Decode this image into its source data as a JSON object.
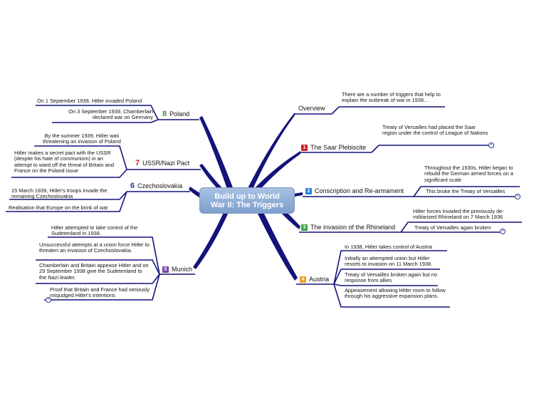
{
  "colors": {
    "branch_line": "#13137a",
    "badge_red": "#cc2222",
    "badge_blue": "#2b7fd6",
    "badge_green": "#3aa63a",
    "badge_orange": "#f0a020",
    "badge_purple": "#7744aa",
    "num_green": "#2a9a2a",
    "num_red": "#d02020",
    "num_blue": "#1a3ab0"
  },
  "center": {
    "line1": "Build up to World",
    "line2": "War II: The Triggers"
  },
  "branches": {
    "overview": {
      "label": "Overview",
      "note": "There are a number of triggers that help to explain the outbreak of war in 1939..."
    },
    "saar": {
      "badge": "1",
      "label": "The Saar Plebiscite",
      "note": "Treaty of Versailles had placed the Saar region under the control of League of Nations"
    },
    "conscription": {
      "badge": "2",
      "label": "Conscription and Re-armament",
      "note1": "Throughout the 1930s, Hitler began to rebuild the German armed forces on a significant scale",
      "note2": "This broke the Treaty of Versailles"
    },
    "rhineland": {
      "badge": "3",
      "label": "The invasion of the Rhineland",
      "note1": "Hitler forces invaded the previously de-militarized Rhineland on 7 March 1936",
      "note2": "Treaty of Versailles again broken"
    },
    "austria": {
      "badge": "4",
      "label": "Austria",
      "notes": [
        "In 1938, Hitler takes control of Austria",
        "Initially an attempted union but Hitler resorts to invasion on 11 March 1938.",
        "Treaty of Versailles broken again but no response from allies",
        "Appeasement allowing Hitler room to follow through his aggressive expansion plans."
      ]
    },
    "poland": {
      "num": "8",
      "label": "Poland",
      "notes": [
        "On 1 September 1939, Hitler invaded Poland",
        "On 3 September 1939, Chamberlain declared war on Germany"
      ]
    },
    "pact": {
      "num": "7",
      "label": "USSR/Nazi Pact",
      "notes": [
        "By the summer 1939, Hitler was threatening an invasion of Poland",
        "Hitler makes a secret pact with the USSR (despite his hate of communism) in an attempt to ward off the threat of Britain and France on the Poland issue"
      ]
    },
    "czech": {
      "num": "6",
      "label": "Czechoslovakia",
      "notes": [
        "15 March 1939, Hitler's troops invade the remaining Czechoslovakia",
        "Realisation that Europe on the brink of war"
      ]
    },
    "munich": {
      "badge": "5",
      "label": "Munich",
      "notes": [
        "Hitler attempted to take control of the Sudetenland in 1938.",
        "Unsuccessful attempts at a union force Hitler to threaten an invasion of Czechoslovakia.",
        "Chamberlain and Britain appease Hitler and on 29 September 1938 give the Sudetenland to the Nazi leader.",
        "Proof that Britain and France had seriously misjudged Hitler's intentions"
      ]
    }
  }
}
